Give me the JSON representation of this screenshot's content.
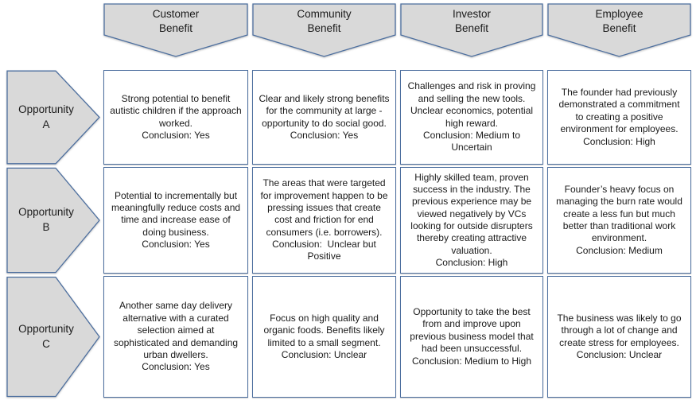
{
  "colors": {
    "shape_fill": "#d9d9d9",
    "shape_border": "#4d6f9f",
    "cell_border": "#4d6f9f",
    "text": "#1a1a1a"
  },
  "columns": [
    {
      "line1": "Customer",
      "line2": "Benefit"
    },
    {
      "line1": "Community",
      "line2": "Benefit"
    },
    {
      "line1": "Investor",
      "line2": "Benefit"
    },
    {
      "line1": "Employee",
      "line2": "Benefit"
    }
  ],
  "rows": [
    {
      "line1": "Opportunity",
      "line2": "A",
      "cells": [
        {
          "body": "Strong potential to benefit autistic children if the approach worked.",
          "conclusion": "Conclusion: Yes"
        },
        {
          "body": "Clear and likely strong benefits for the community at large - opportunity to do social good.",
          "conclusion": "Conclusion: Yes"
        },
        {
          "body": "Challenges and risk in proving and selling the new tools. Unclear economics, potential high reward.",
          "conclusion": "Conclusion: Medium to Uncertain"
        },
        {
          "body": "The founder had previously demonstrated a commitment to creating a positive environment for employees.",
          "conclusion": "Conclusion: High"
        }
      ]
    },
    {
      "line1": "Opportunity",
      "line2": "B",
      "cells": [
        {
          "body": "Potential to incrementally but meaningfully reduce costs and time and increase ease of doing business.",
          "conclusion": "Conclusion: Yes"
        },
        {
          "body": "The areas that were targeted for improvement happen to be pressing issues that create cost and friction for end consumers (i.e. borrowers).",
          "conclusion": "Conclusion:  Unclear but Positive"
        },
        {
          "body": "Highly skilled team, proven success in the industry. The previous experience may be viewed negatively by VCs looking for outside disrupters thereby creating attractive valuation.",
          "conclusion": "Conclusion: High"
        },
        {
          "body": "Founder’s heavy focus on managing the burn rate would create a less fun but much better than traditional work environment.",
          "conclusion": "Conclusion: Medium"
        }
      ]
    },
    {
      "line1": "Opportunity",
      "line2": "C",
      "cells": [
        {
          "body": "Another same day delivery alternative with a curated selection aimed at sophisticated and demanding urban dwellers.",
          "conclusion": "Conclusion: Yes"
        },
        {
          "body": "Focus on high quality and organic foods. Benefits likely limited to a small segment.",
          "conclusion": "Conclusion: Unclear"
        },
        {
          "body": "Opportunity to take the best from and improve upon previous business model that had been unsuccessful.",
          "conclusion": "Conclusion: Medium to High"
        },
        {
          "body": "The business was likely to go through a lot of change and create stress for employees.",
          "conclusion": "Conclusion: Unclear"
        }
      ]
    }
  ]
}
